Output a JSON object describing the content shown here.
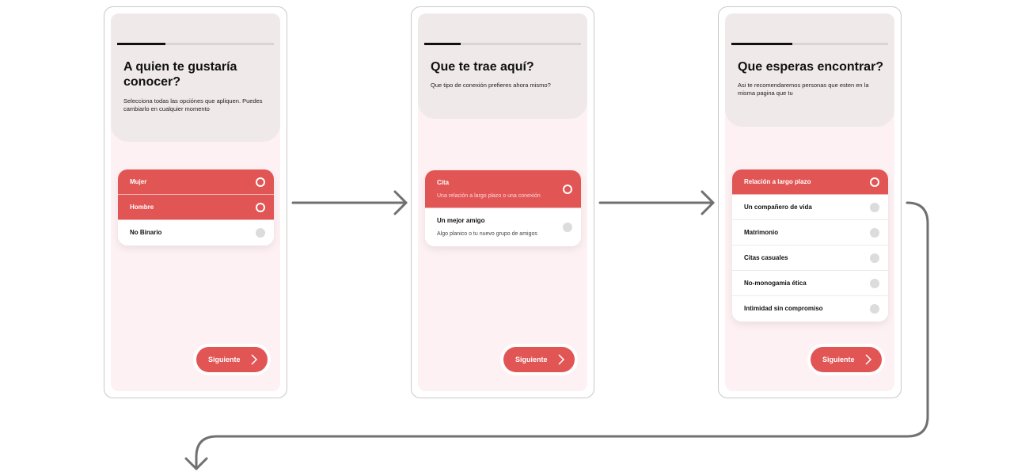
{
  "screens": [
    {
      "title": "A quien te gustaría conocer?",
      "subtitle": "Selecciona todas las opciónes que apliquen. Puedes cambiarlo en cualquier momento",
      "progress": 0.31,
      "options": [
        {
          "label": "Mujer",
          "selected": true
        },
        {
          "label": "Hombre",
          "selected": true
        },
        {
          "label": "No Binario",
          "selected": false
        }
      ],
      "button_label": "Siguiente"
    },
    {
      "title": "Que te trae aquí?",
      "subtitle": "Que tipo de conexión prefieres ahora mismo?",
      "progress": 0.23,
      "options": [
        {
          "label": "Cita",
          "description": "Una relación a largo plazo o una conexión",
          "selected": true
        },
        {
          "label": "Un mejor amigo",
          "description": "Algo planico o tu nuevo grupo de amigos",
          "selected": false
        }
      ],
      "button_label": "Siguiente"
    },
    {
      "title": "Que esperas encontrar?",
      "subtitle": "Asi te recomendaremos personas que esten en la misma pagina que tu",
      "progress": 0.39,
      "options": [
        {
          "label": "Relación a largo plazo",
          "selected": true
        },
        {
          "label": "Un compañero de vida",
          "selected": false
        },
        {
          "label": "Matrimonio",
          "selected": false
        },
        {
          "label": "Citas casuales",
          "selected": false
        },
        {
          "label": "No-monogamia ética",
          "selected": false
        },
        {
          "label": "Intimidad sin compromiso",
          "selected": false
        }
      ],
      "button_label": "Siguiente"
    }
  ],
  "colors": {
    "accent": "#e25555",
    "header_bg": "#efe9e9",
    "screen_bg": "#fdf1f3",
    "connector": "#707070"
  }
}
